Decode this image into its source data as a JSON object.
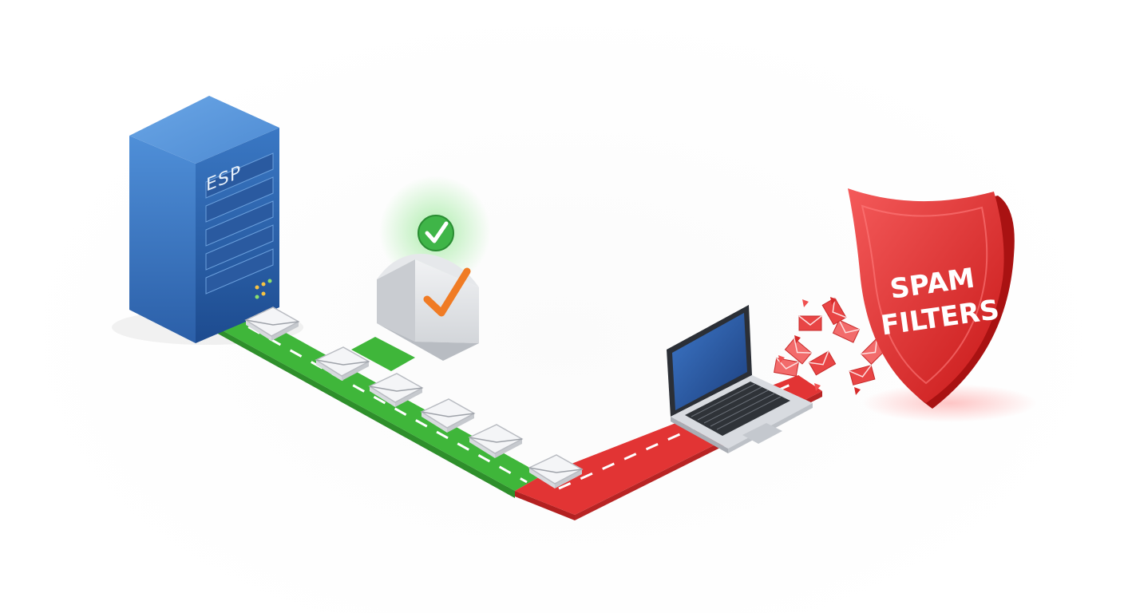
{
  "server": {
    "label": "ESP"
  },
  "shield": {
    "line1": "SPAM",
    "line2": "FILTERS"
  },
  "colors": {
    "server_blue": "#3f7cc6",
    "path_green": "#3fb63a",
    "path_red": "#e23434",
    "shield_red": "#e02a2a",
    "check_green": "#3fb548",
    "check_orange": "#f07b24"
  },
  "icons": {
    "server": "server-rack-icon",
    "envelope": "envelope-icon",
    "check": "check-badge-icon",
    "mailbox_check": "mailbox-check-icon",
    "laptop": "laptop-icon",
    "shield": "shield-icon"
  }
}
